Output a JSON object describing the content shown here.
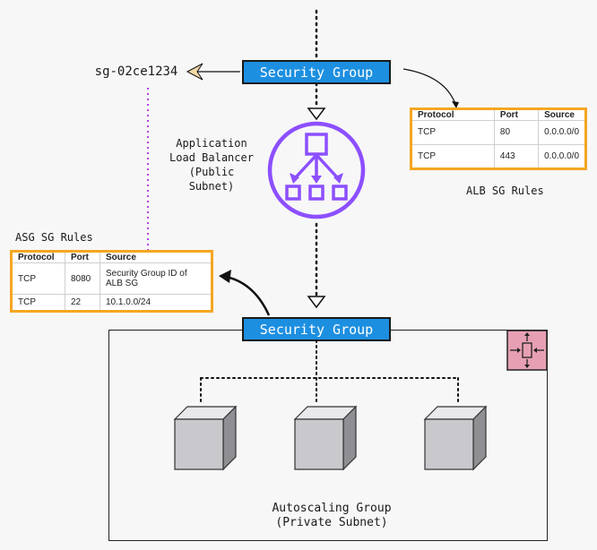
{
  "sg_id": "sg-02ce1234",
  "security_group_top": {
    "label": "Security Group"
  },
  "security_group_bottom": {
    "label": "Security Group"
  },
  "alb": {
    "line1": "Application",
    "line2": "Load Balancer",
    "line3": "(Public Subnet)"
  },
  "alb_rules": {
    "caption": "ALB SG Rules",
    "headers": [
      "Protocol",
      "Port",
      "Source"
    ],
    "rows": [
      [
        "TCP",
        "80",
        "0.0.0.0/0"
      ],
      [
        "TCP",
        "443",
        "0.0.0.0/0"
      ]
    ]
  },
  "asg_rules": {
    "caption": "ASG SG Rules",
    "headers": [
      "Protocol",
      "Port",
      "Source"
    ],
    "rows": [
      [
        "TCP",
        "8080",
        "Security Group ID of ALB SG"
      ],
      [
        "TCP",
        "22",
        "10.1.0.0/24"
      ]
    ]
  },
  "asg": {
    "line1": "Autoscaling Group",
    "line2": "(Private Subnet)"
  },
  "colors": {
    "security_group": "#1d8fe0",
    "alb_icon": "#8c4fff",
    "table_border": "#f5a623",
    "autoscaling_icon": "#e7a0b3",
    "dotted_purple": "#b02ee0"
  },
  "icons": {
    "alb": "load-balancer-icon",
    "autoscaling": "autoscaling-icon",
    "instance": "cube-icon"
  }
}
